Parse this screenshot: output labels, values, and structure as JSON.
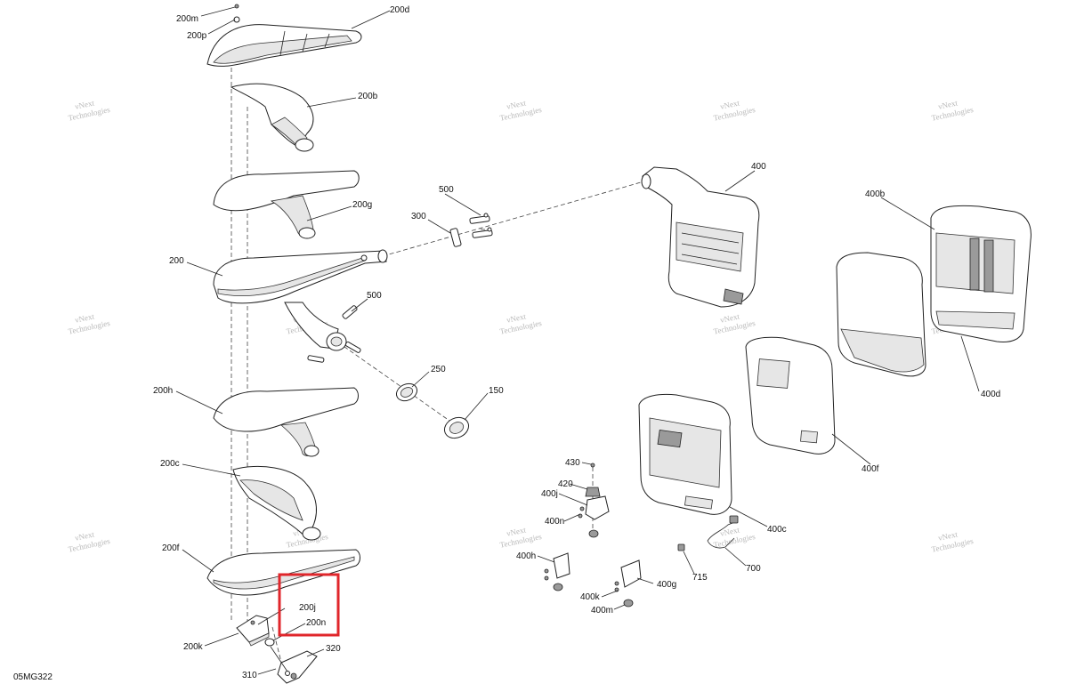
{
  "diagram_code": "05MG322",
  "highlight_color": "#e0262b",
  "watermark": {
    "line1": "vNext",
    "line2": "Technologies"
  },
  "labels": {
    "p200m": "200m",
    "p200p": "200p",
    "p200d": "200d",
    "p200b": "200b",
    "p200g": "200g",
    "p200": "200",
    "p200h": "200h",
    "p200c": "200c",
    "p200f": "200f",
    "p200j": "200j",
    "p200n": "200n",
    "p200k": "200k",
    "p310": "310",
    "p320": "320",
    "p300": "300",
    "p500a": "500",
    "p500b": "500",
    "p250": "250",
    "p150": "150",
    "p400": "400",
    "p400b": "400b",
    "p400d": "400d",
    "p400f": "400f",
    "p400c": "400c",
    "p430": "430",
    "p420": "420",
    "p400j": "400j",
    "p400n": "400n",
    "p400h": "400h",
    "p400k": "400k",
    "p400m": "400m",
    "p400g": "400g",
    "p715": "715",
    "p700": "700"
  }
}
